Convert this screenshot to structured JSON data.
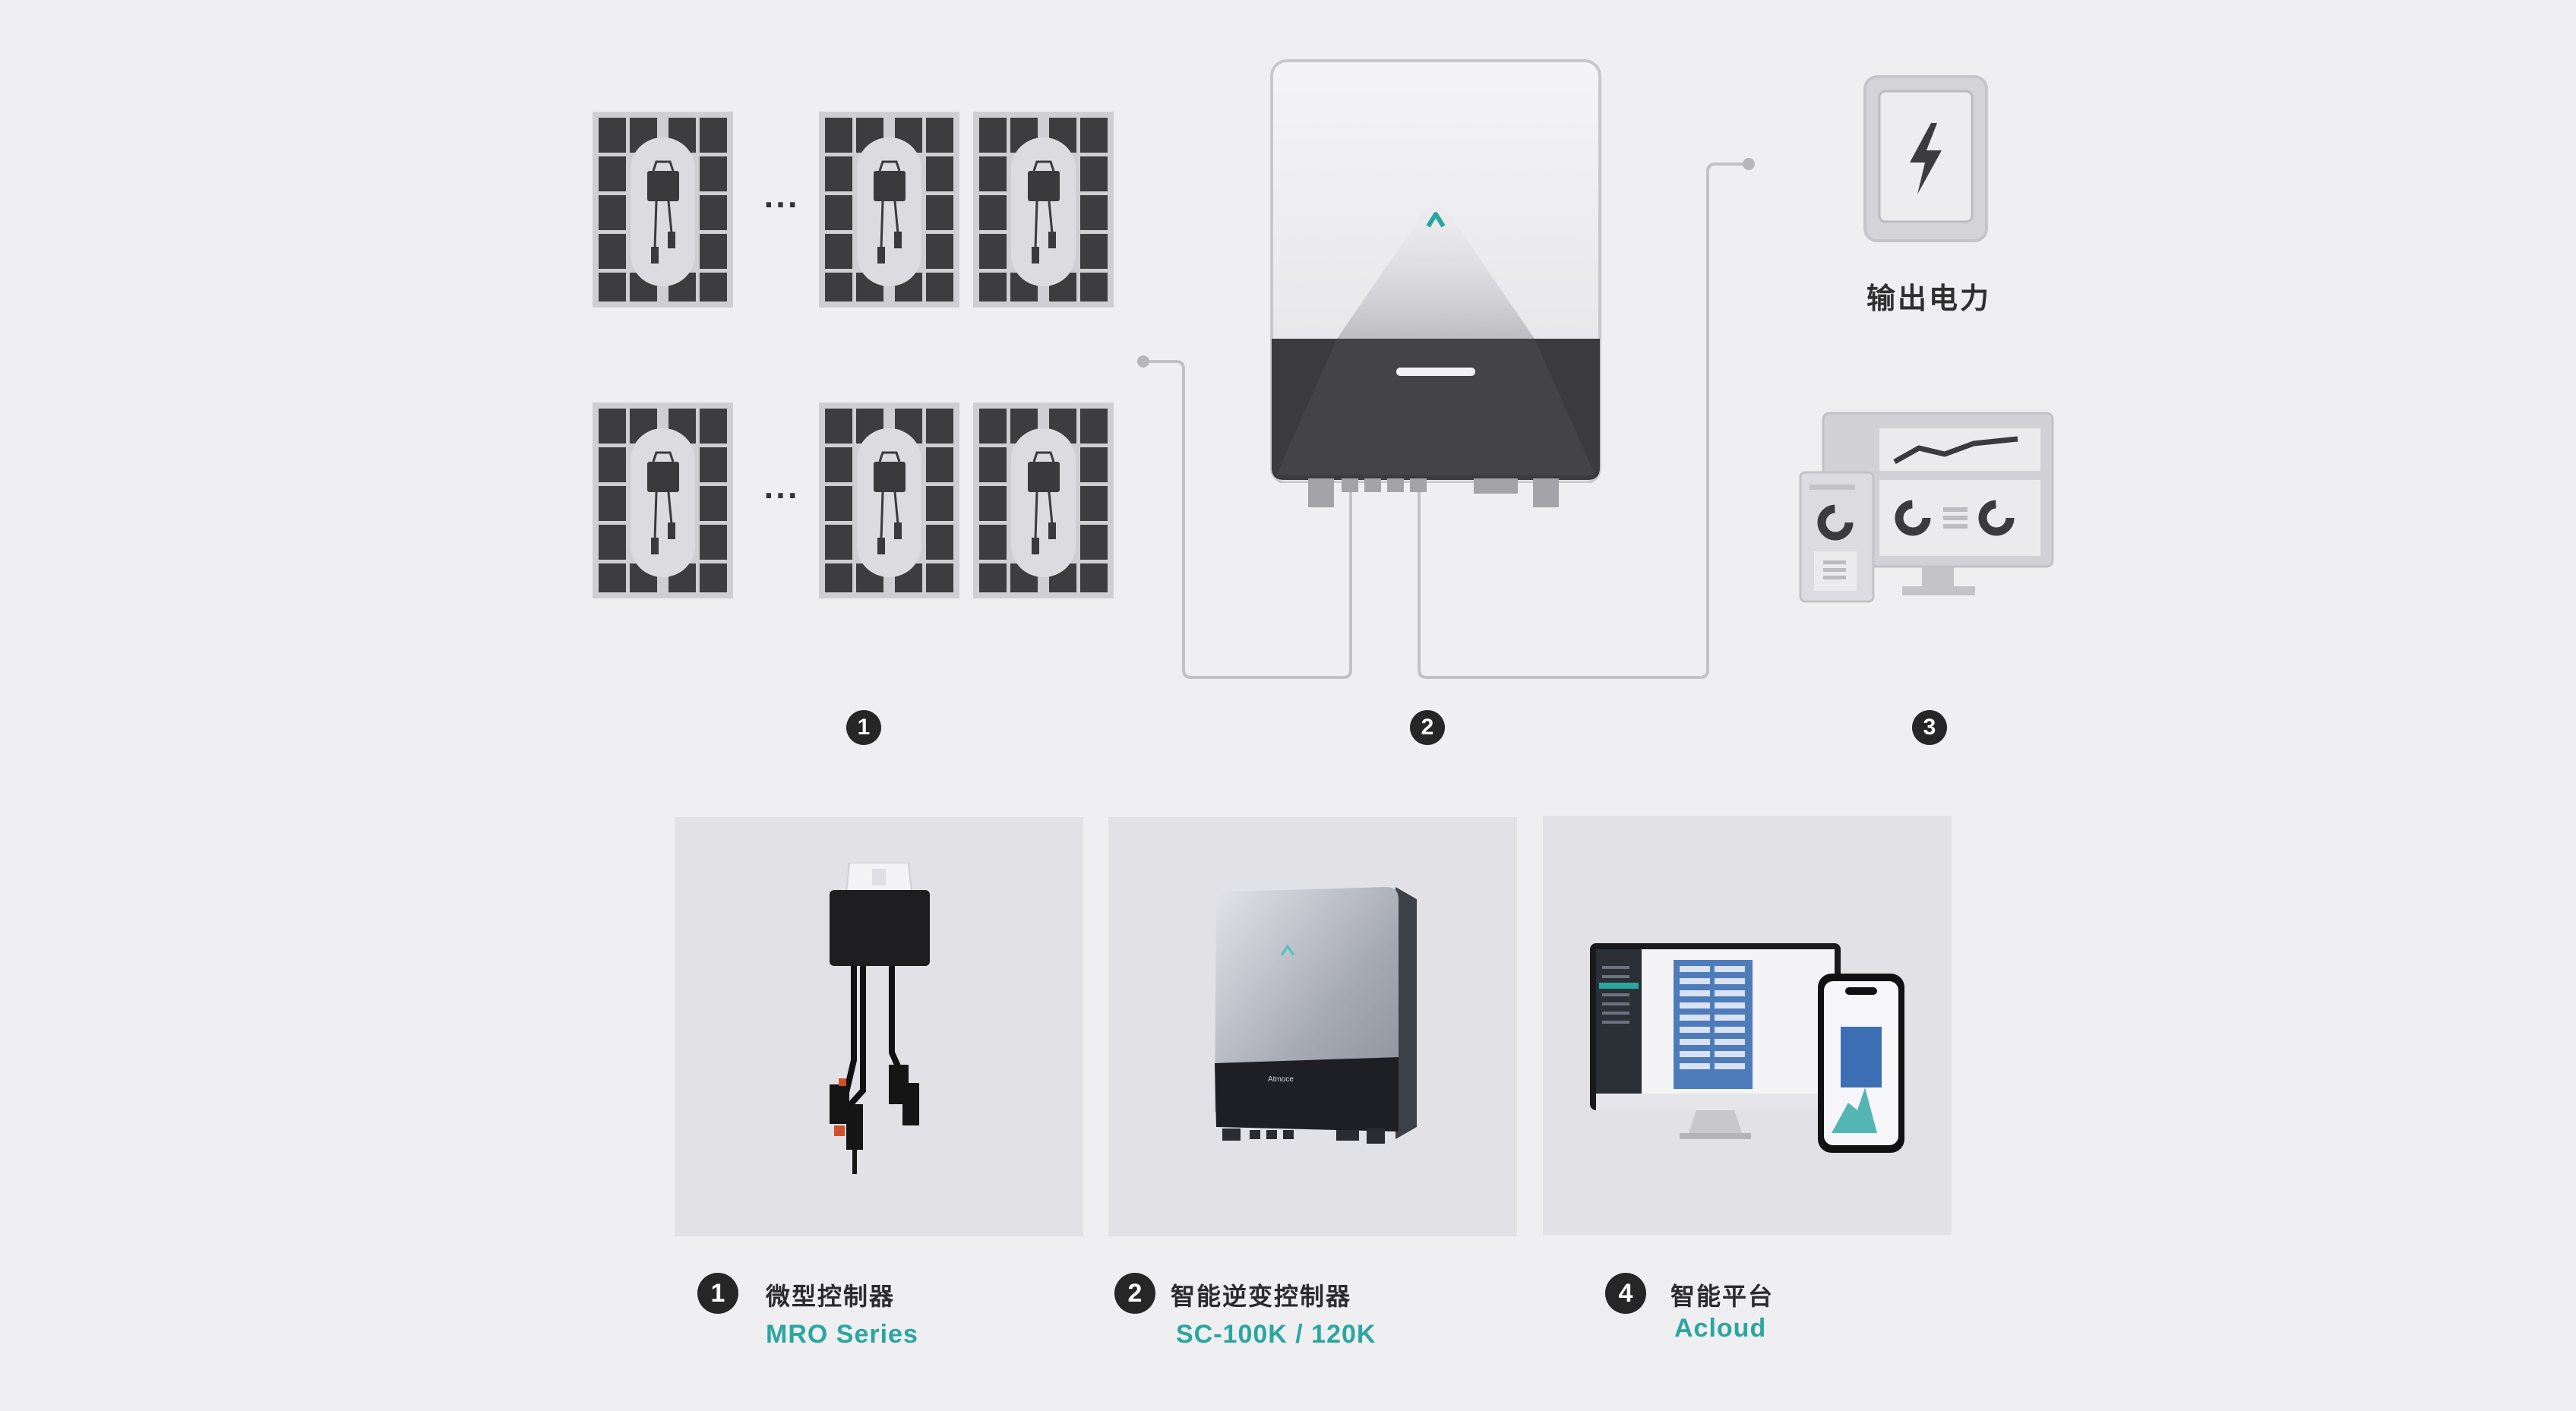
{
  "diagram": {
    "ellipsis": "···",
    "output_label": "输出电力",
    "steps": [
      "1",
      "2",
      "3"
    ]
  },
  "cards": [
    {
      "badge": "1",
      "title": "微型控制器",
      "subtitle": "MRO Series"
    },
    {
      "badge": "2",
      "title": "智能逆变控制器",
      "subtitle": "SC-100K / 120K"
    },
    {
      "badge": "4",
      "title": "智能平台",
      "subtitle": "Acloud"
    }
  ],
  "colors": {
    "background": "#efeff2",
    "card": "#e1e1e6",
    "accent": "#2aa6a0",
    "dark": "#262626",
    "panel_frame": "#cfcfd3",
    "panel_cell": "#3d3d3f"
  }
}
